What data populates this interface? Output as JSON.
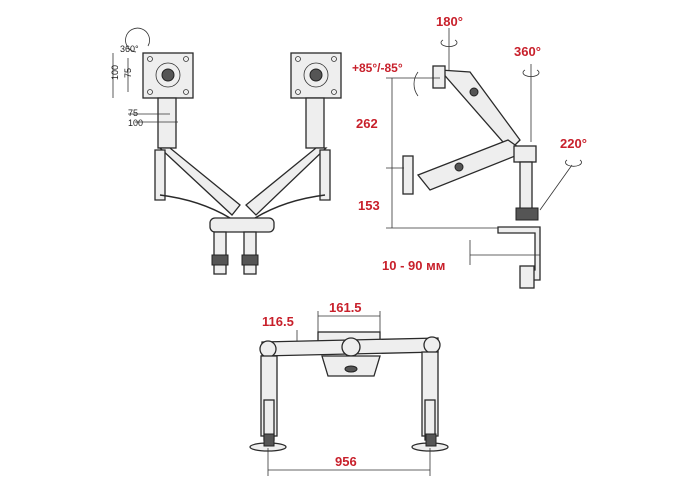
{
  "front_view": {
    "rotation_label": "360°",
    "height_outer": "100",
    "height_inner": "75",
    "width_inner": "75",
    "width_outer": "100"
  },
  "side_view": {
    "rotate_top_label": "180°",
    "tilt_label": "+85°/-85°",
    "swivel_label": "360°",
    "base_rotation_label": "220°",
    "height_upper": "262",
    "height_lower": "153",
    "clamp_range": "10 - 90 мм"
  },
  "top_view": {
    "center_width": "161.5",
    "depth": "116.5",
    "total_width": "956"
  },
  "colors": {
    "accent": "#c8202b",
    "line": "#2a2a2a"
  }
}
